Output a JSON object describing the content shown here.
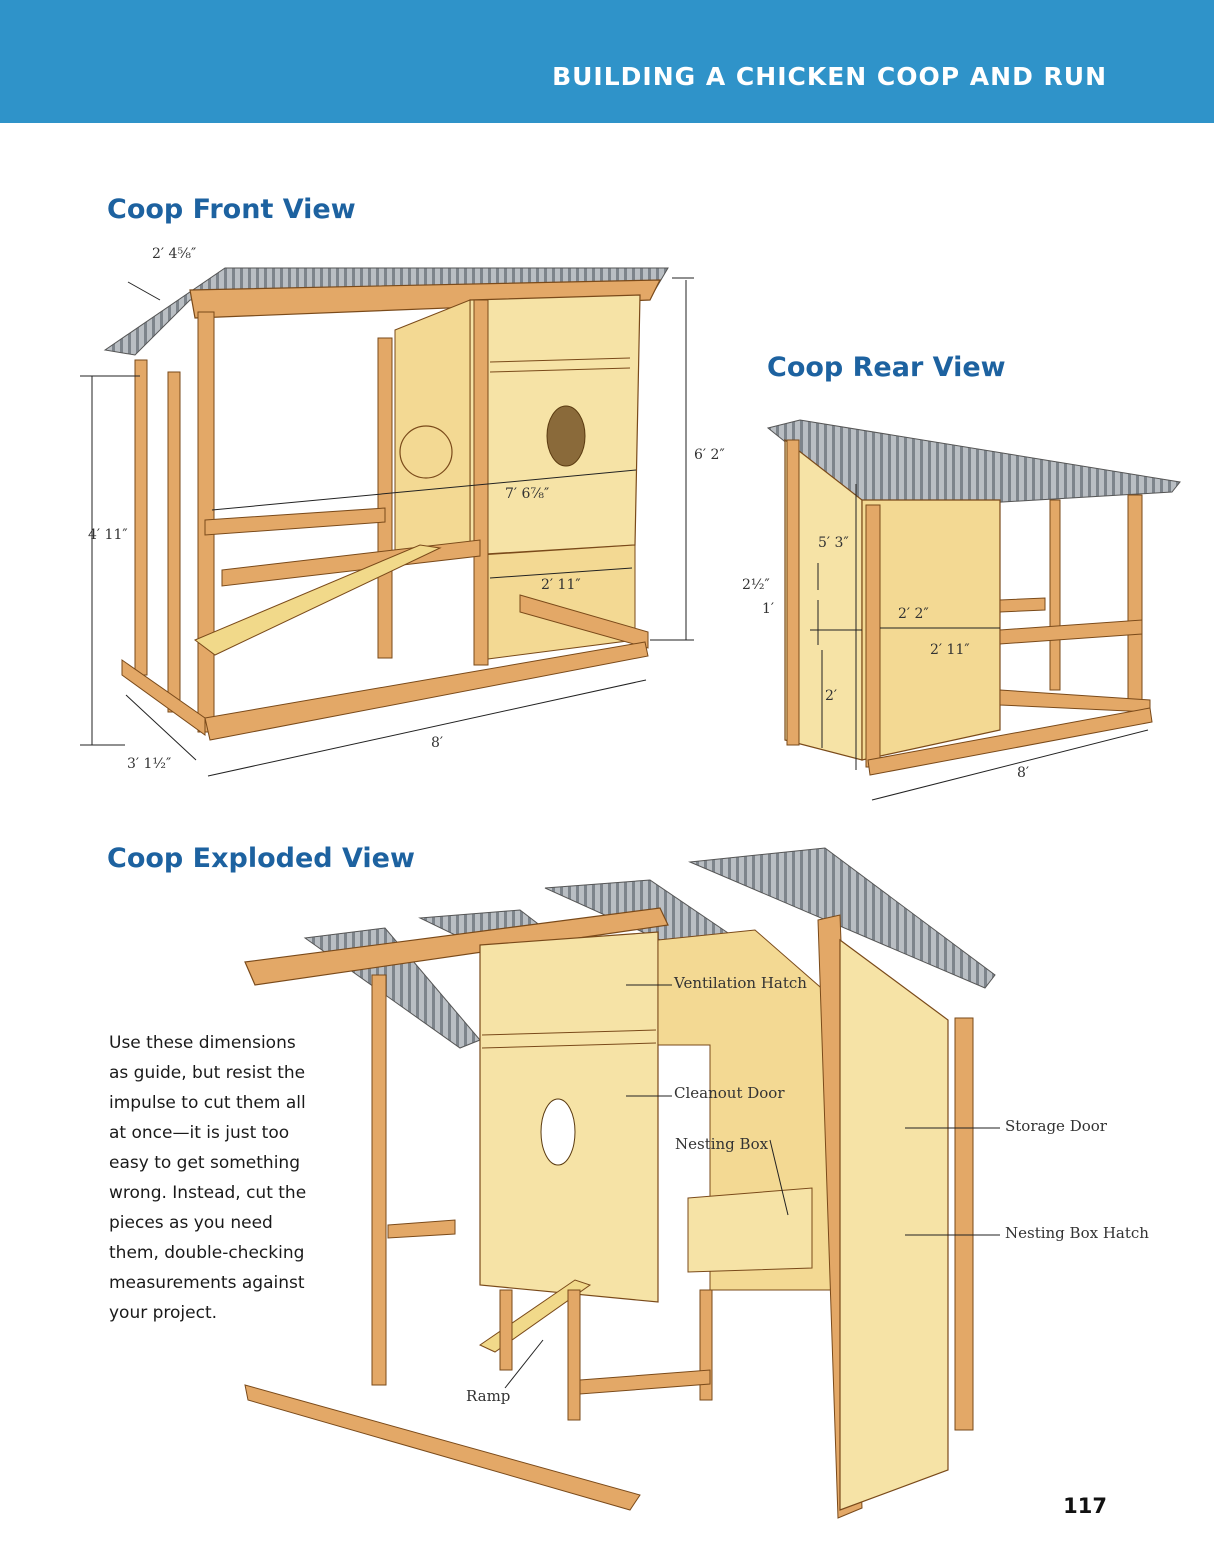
{
  "header": {
    "title": "BUILDING A CHICKEN COOP AND RUN"
  },
  "front_view": {
    "title": "Coop Front View",
    "dimensions": {
      "top_depth": "2′ 4⁵⁄₈″",
      "height_total": "6′ 2″",
      "height_side": "4′ 11″",
      "inner_width": "7′ 6⁷⁄₈″",
      "coop_width": "2′ 11″",
      "length": "8′",
      "depth": "3′ 1¹⁄₂″"
    }
  },
  "rear_view": {
    "title": "Coop Rear View",
    "dimensions": {
      "upper": "5′ 3″",
      "small_gap": "2¹⁄₂″",
      "one_ft": "1′",
      "hatch_width": "2′ 2″",
      "coop_width": "2′ 11″",
      "lower": "2′",
      "length": "8′"
    }
  },
  "exploded_view": {
    "title": "Coop Exploded View",
    "callouts": {
      "ventilation": "Ventilation Hatch",
      "cleanout": "Cleanout Door",
      "nesting_box": "Nesting Box",
      "storage_door": "Storage Door",
      "nesting_hatch": "Nesting Box Hatch",
      "ramp": "Ramp"
    }
  },
  "body": {
    "text": "Use these dimensions as guide, but resist the impulse to cut them all at once—it is just too easy to get something wrong. Instead, cut the pieces as you need them, double-checking measurements against your project."
  },
  "page_number": "117",
  "colors": {
    "banner": "#2f93c9",
    "heading": "#1d62a0",
    "wood": "#e3a867",
    "panel": "#f6e3a6",
    "roof": "#9aa0a6"
  }
}
